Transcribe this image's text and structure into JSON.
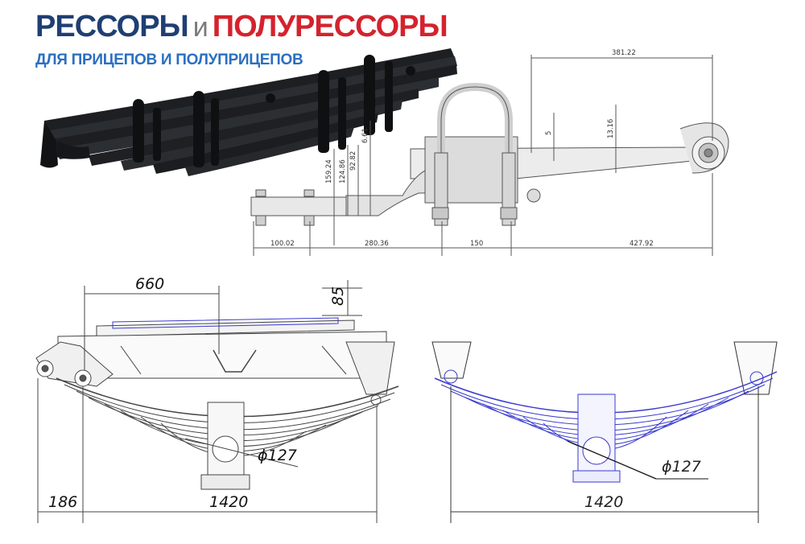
{
  "header": {
    "title_part1": "РЕССОРЫ",
    "title_conj": "и",
    "title_part2": "ПОЛУРЕССОРЫ",
    "subtitle": "ДЛЯ ПРИЦЕПОВ И ПОЛУПРИЦЕПОВ"
  },
  "drawing_top": {
    "dims": {
      "top_length": "381.22",
      "d_5": "5",
      "d_13_16": "13.16",
      "d_6_61": "6.61",
      "d_92_82": "92.82",
      "d_124_86": "124.86",
      "d_159_24": "159.24",
      "b_100_02": "100.02",
      "b_280_36": "280.36",
      "b_150": "150",
      "b_427_92": "427.92"
    }
  },
  "drawing_left": {
    "dims": {
      "top_660": "660",
      "right_85": "85",
      "diameter": "ϕ127",
      "left_186": "186",
      "bottom_1420": "1420"
    }
  },
  "drawing_right": {
    "dims": {
      "diameter": "ϕ127",
      "bottom_1420": "1420"
    }
  },
  "colors": {
    "title_dark": "#1f3f73",
    "title_red": "#d4232d",
    "subtitle_blue": "#2b6fc0",
    "blueprint": "#3a3ad0"
  }
}
